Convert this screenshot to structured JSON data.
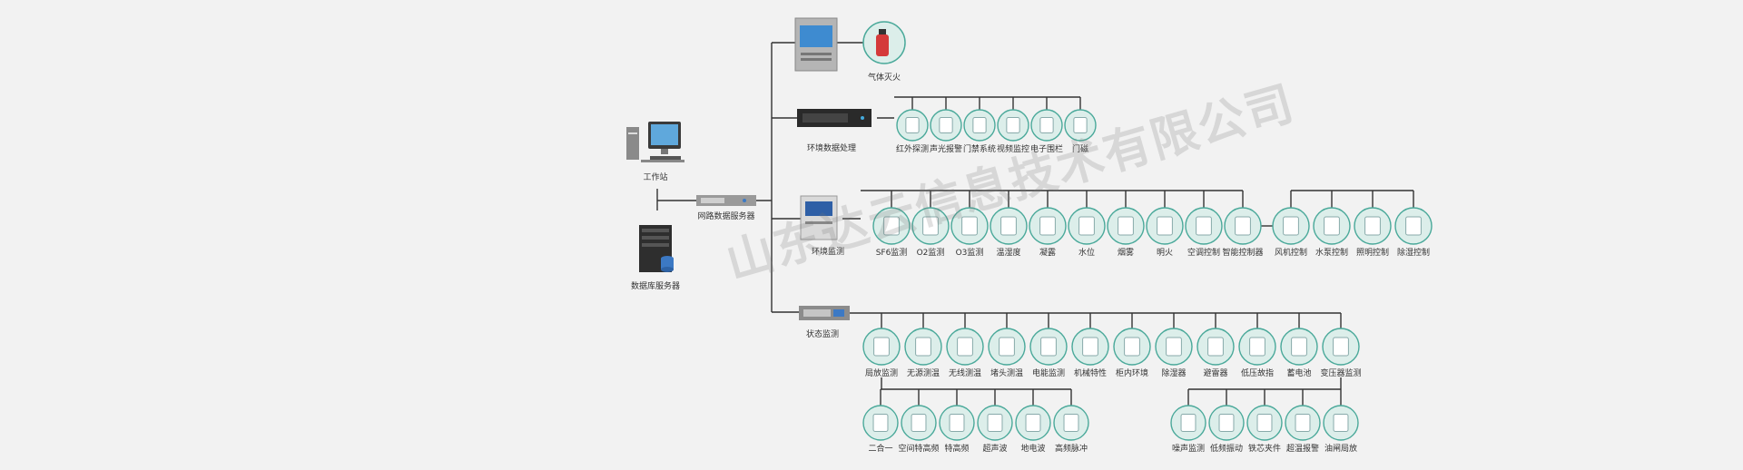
{
  "nodes": {
    "workstation": "工作站",
    "db_server": "数据库服务器",
    "network_server": "网路数据服务器",
    "fire_panel": "气体灭火",
    "env_processing": "环境数据处理",
    "env_monitor": "环境监测",
    "status_monitor": "状态监测"
  },
  "security_items": [
    "红外探测",
    "声光报警",
    "门禁系统",
    "视频监控",
    "电子围栏",
    "门磁"
  ],
  "env_items": [
    "SF6监测",
    "O2监测",
    "O3监测",
    "温湿度",
    "凝露",
    "水位",
    "烟雾",
    "明火",
    "空调控制",
    "智能控制器"
  ],
  "control_items": [
    "风机控制",
    "水泵控制",
    "照明控制",
    "除湿控制"
  ],
  "status_items": [
    "局放监测",
    "无源测温",
    "无线测温",
    "堵头测温",
    "电能监测",
    "机械特性",
    "柜内环境",
    "除湿器",
    "避雷器",
    "低压故指",
    "蓄电池",
    "变压器监测"
  ],
  "pd_items": [
    "二合一",
    "空间特高频",
    "特高频",
    "超声波",
    "地电波",
    "高频脉冲"
  ],
  "transformer_items": [
    "噪声监测",
    "低频振动",
    "铁芯夹件",
    "超温报警",
    "油闸局放"
  ],
  "watermark": "山东达云信息技术有限公司",
  "colors": {
    "line": "#333333",
    "circle_fill": "#dceeea",
    "circle_stroke": "#4aa99a",
    "bg": "#f2f2f2"
  }
}
